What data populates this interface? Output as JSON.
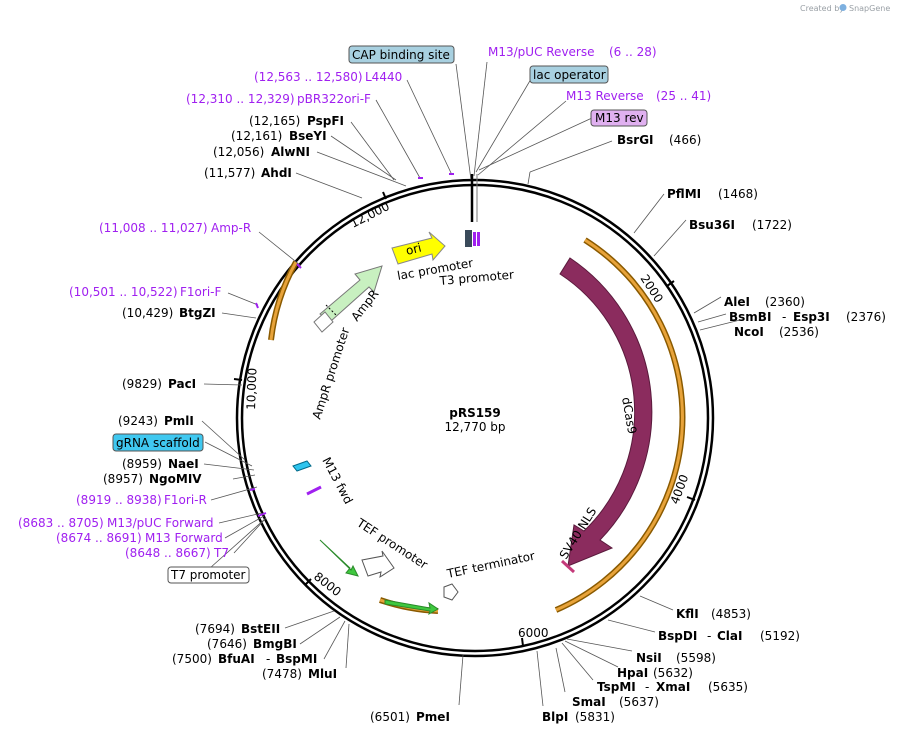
{
  "credit": {
    "prefix": "Created by",
    "brand": "SnapGene"
  },
  "plasmid": {
    "name": "pRS159",
    "length": "12,770 bp"
  },
  "ticks": [
    "2000",
    "4000",
    "6000",
    "8000",
    "10,000",
    "12,000"
  ],
  "colors": {
    "dcas9": "#8b2c5e",
    "ampr": "#c8f0c0",
    "ori": "#ffff00",
    "orf": "#e8a33a",
    "primer": "#a020f0",
    "grna": "#2ec4ee"
  },
  "features": {
    "ori": "ori",
    "lac_promoter": "lac promoter",
    "t3_promoter": "T3 promoter",
    "ampr": "AmpR",
    "ampr_promoter": "AmpR promoter",
    "dcas9": "dCas9",
    "sv40": "SV40 NLS",
    "m13fwd": "M13 fwd",
    "tef_promoter": "TEF promoter",
    "tef_terminator": "TEF terminator"
  },
  "boxed_labels": {
    "cap": "CAP binding site",
    "lacop": "lac operator",
    "m13rev": "M13 rev",
    "grna": "gRNA scaffold",
    "t7prom": "T7 promoter"
  },
  "sites": {
    "m13puc_rev": {
      "name": "M13/pUC Reverse",
      "pos": "(6 .. 28)"
    },
    "m13_reverse": {
      "name": "M13 Reverse",
      "pos": "(25 .. 41)"
    },
    "l4440": {
      "name": "L4440",
      "pos": "(12,563 .. 12,580)"
    },
    "pbr322": {
      "name": "pBR322ori-F",
      "pos": "(12,310 .. 12,329)"
    },
    "pspfi": {
      "name": "PspFI",
      "pos": "(12,165)"
    },
    "bseyi": {
      "name": "BseYI",
      "pos": "(12,161)"
    },
    "alwni": {
      "name": "AlwNI",
      "pos": "(12,056)"
    },
    "ahdi": {
      "name": "AhdI",
      "pos": "(11,577)"
    },
    "ampr_primer": {
      "name": "Amp-R",
      "pos": "(11,008 .. 11,027)"
    },
    "f1ori_f": {
      "name": "F1ori-F",
      "pos": "(10,501 .. 10,522)"
    },
    "btgzi": {
      "name": "BtgZI",
      "pos": "(10,429)"
    },
    "paci": {
      "name": "PacI",
      "pos": "(9829)"
    },
    "pmli": {
      "name": "PmlI",
      "pos": "(9243)"
    },
    "naei": {
      "name": "NaeI",
      "pos": "(8959)"
    },
    "ngomiv": {
      "name": "NgoMIV",
      "pos": "(8957)"
    },
    "f1ori_r": {
      "name": "F1ori-R",
      "pos": "(8919 .. 8938)"
    },
    "m13puc_fwd": {
      "name": "M13/pUC Forward",
      "pos": "(8683 .. 8705)"
    },
    "m13_forward": {
      "name": "M13 Forward",
      "pos": "(8674 .. 8691)"
    },
    "t7": {
      "name": "T7",
      "pos": "(8648 .. 8667)"
    },
    "bsteii": {
      "name": "BstEII",
      "pos": "(7694)"
    },
    "bmgbi": {
      "name": "BmgBI",
      "pos": "(7646)"
    },
    "bfuai": {
      "name": "BfuAI",
      "pos": "(7500)"
    },
    "bspmi": {
      "name": "BspMI"
    },
    "mlui": {
      "name": "MluI",
      "pos": "(7478)"
    },
    "pmei": {
      "name": "PmeI",
      "pos": "(6501)"
    },
    "blpi": {
      "name": "BlpI",
      "pos": "(5831)"
    },
    "smai": {
      "name": "SmaI",
      "pos": "(5637)"
    },
    "tspmi": {
      "name": "TspMI",
      "pos": "(5635)"
    },
    "xmai": {
      "name": "XmaI"
    },
    "hpai": {
      "name": "HpaI",
      "pos": "(5632)"
    },
    "nsii": {
      "name": "NsiI",
      "pos": "(5598)"
    },
    "bspdi": {
      "name": "BspDI",
      "pos": "(5192)"
    },
    "clai": {
      "name": "ClaI"
    },
    "kfli": {
      "name": "KflI",
      "pos": "(4853)"
    },
    "ncoi": {
      "name": "NcoI",
      "pos": "(2536)"
    },
    "bsmbi": {
      "name": "BsmBI",
      "pos": "(2376)"
    },
    "esp3i": {
      "name": "Esp3I"
    },
    "alei": {
      "name": "AleI",
      "pos": "(2360)"
    },
    "bsu36i": {
      "name": "Bsu36I",
      "pos": "(1722)"
    },
    "pflmi": {
      "name": "PflMI",
      "pos": "(1468)"
    },
    "bsrgi": {
      "name": "BsrGI",
      "pos": "(466)"
    }
  }
}
